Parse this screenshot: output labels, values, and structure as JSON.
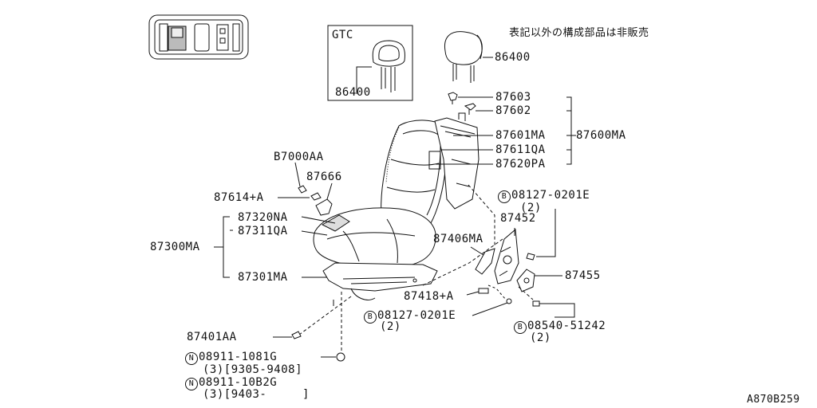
{
  "notice": "表記以外の構成部品は非販売",
  "gtc_box_label": "GTC",
  "diagram_id": "A870B259",
  "parts": {
    "p86400_gtc": "86400",
    "p86400": "86400",
    "p87603": "87603",
    "p87602": "87602",
    "p87601MA": "87601MA",
    "p87600MA": "87600MA",
    "p87611QA": "87611QA",
    "p87620PA": "87620PA",
    "pB7000AA": "B7000AA",
    "p87666": "87666",
    "p87614A": "87614+A",
    "p08127_top": "08127-0201E",
    "p08127_top_qty": "(2)",
    "p87452": "87452",
    "p87320NA": "87320NA",
    "p87311QA": "87311QA",
    "p87300MA": "87300MA",
    "p87406MA": "87406MA",
    "p87455": "87455",
    "p87301MA": "87301MA",
    "p87418A": "87418+A",
    "p08127_bot": "08127-0201E",
    "p08127_bot_qty": "(2)",
    "p08540": "08540-51242",
    "p08540_qty": "(2)",
    "p87401AA": "87401AA",
    "p08911_1081G": "08911-1081G",
    "p08911_1081G_sub": "(3)[9305-9408]",
    "p08911_10B2G": "08911-10B2G",
    "p08911_10B2G_sub": "(3)[9403-     ]"
  },
  "symbols": {
    "bolt": "B",
    "nut": "N"
  }
}
